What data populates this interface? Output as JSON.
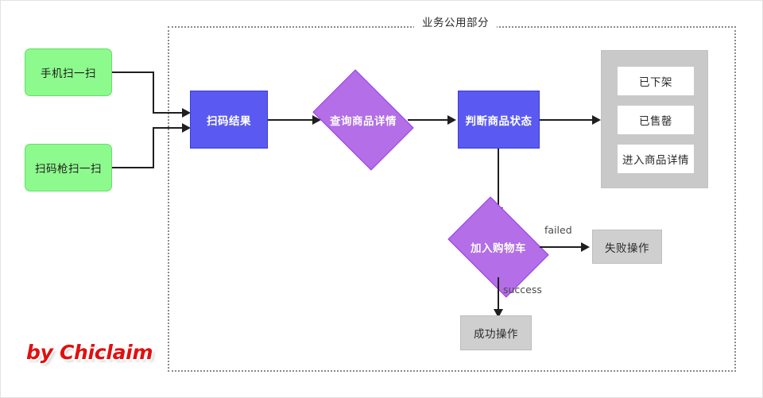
{
  "diagram": {
    "title": "业务公用部分",
    "watermark": "by Chiclaim",
    "colors": {
      "green_fill": "#8dfa8d",
      "blue_fill": "#5a5af2",
      "purple_fill": "#b46ee8",
      "gray_fill": "#c9c9c9",
      "line": "#1f1f1f",
      "watermark": "#e01010"
    },
    "inputs": [
      {
        "label": "手机扫一扫"
      },
      {
        "label": "扫码枪扫一扫"
      }
    ],
    "process": {
      "scan_result": "扫码结果",
      "query_detail": "查询商品详情",
      "judge_status": "判断商品状态",
      "add_cart": "加入购物车"
    },
    "status_panel": {
      "items": [
        {
          "label": "已下架"
        },
        {
          "label": "已售罄"
        },
        {
          "label": "进入商品详情"
        }
      ]
    },
    "outcomes": {
      "failed_label": "failed",
      "failed_node": "失败操作",
      "success_label": "success",
      "success_node": "成功操作"
    }
  }
}
